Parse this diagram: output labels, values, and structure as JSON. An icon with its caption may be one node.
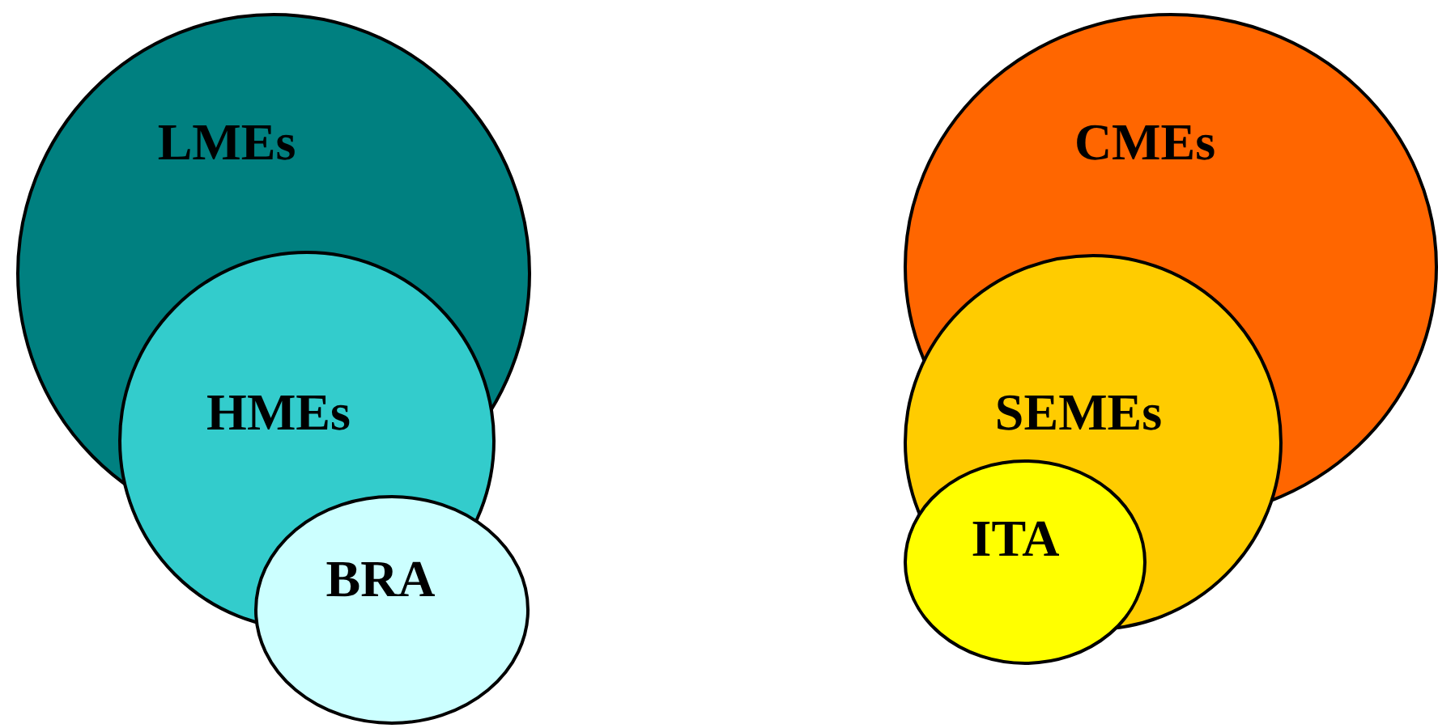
{
  "diagram": {
    "nodes": [
      {
        "text": [
          "LMEs"
        ]
      },
      {
        "text": [
          "HMEs"
        ]
      },
      {
        "text": [
          "BRA"
        ]
      },
      {
        "text": [
          "CMEs"
        ]
      },
      {
        "text": [
          "SEMEs"
        ]
      },
      {
        "text": [
          "ITA"
        ]
      }
    ],
    "edges": []
  }
}
